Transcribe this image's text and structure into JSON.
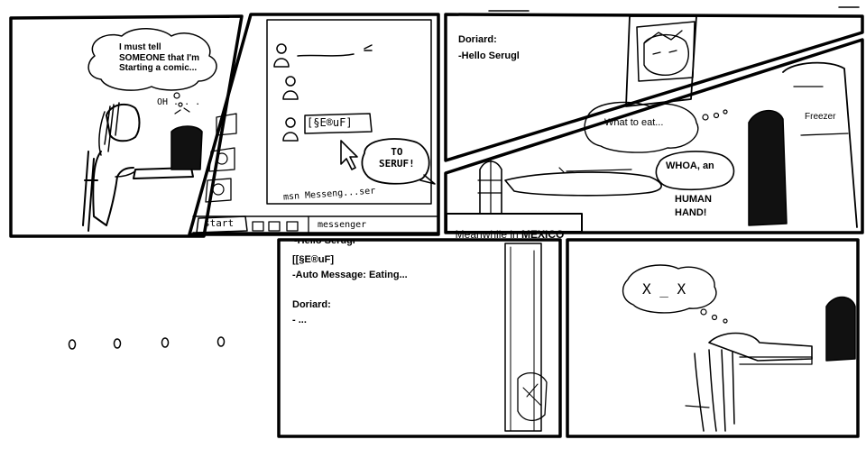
{
  "panel1": {
    "thought": "I must tell\nSOMEONE that I'm\nStarting a comic...",
    "oh": "OH . . ."
  },
  "panel2": {
    "contact_name": "[§E®uF]",
    "speech": "TO\nSERUF!",
    "footer": "msn Messeng...ser",
    "start_button": "start",
    "taskbar_item": "messenger"
  },
  "panel3": {
    "speaker": "Doriard:",
    "line": "-Hello Serugl"
  },
  "panel4": {
    "thought": "What to eat...",
    "label": "Freezer",
    "exclaim_1": "WHOA, an",
    "exclaim_2": "HUMAN",
    "exclaim_3": "HAND!",
    "caption_prefix": "Meanwhile in ",
    "caption_place": "MEXICO"
  },
  "panel5": {
    "dots": [
      "O",
      "O",
      "O",
      "O"
    ]
  },
  "panel6": {
    "line1": "-Hello Serugl",
    "line2": "[[§E®uF]",
    "line3": "-Auto Message: Eating...",
    "line4": "Doriard:",
    "line5": "- ..."
  },
  "panel7": {
    "thought": "X _ X"
  },
  "colors": {
    "ink": "#000000",
    "paper": "#ffffff"
  }
}
